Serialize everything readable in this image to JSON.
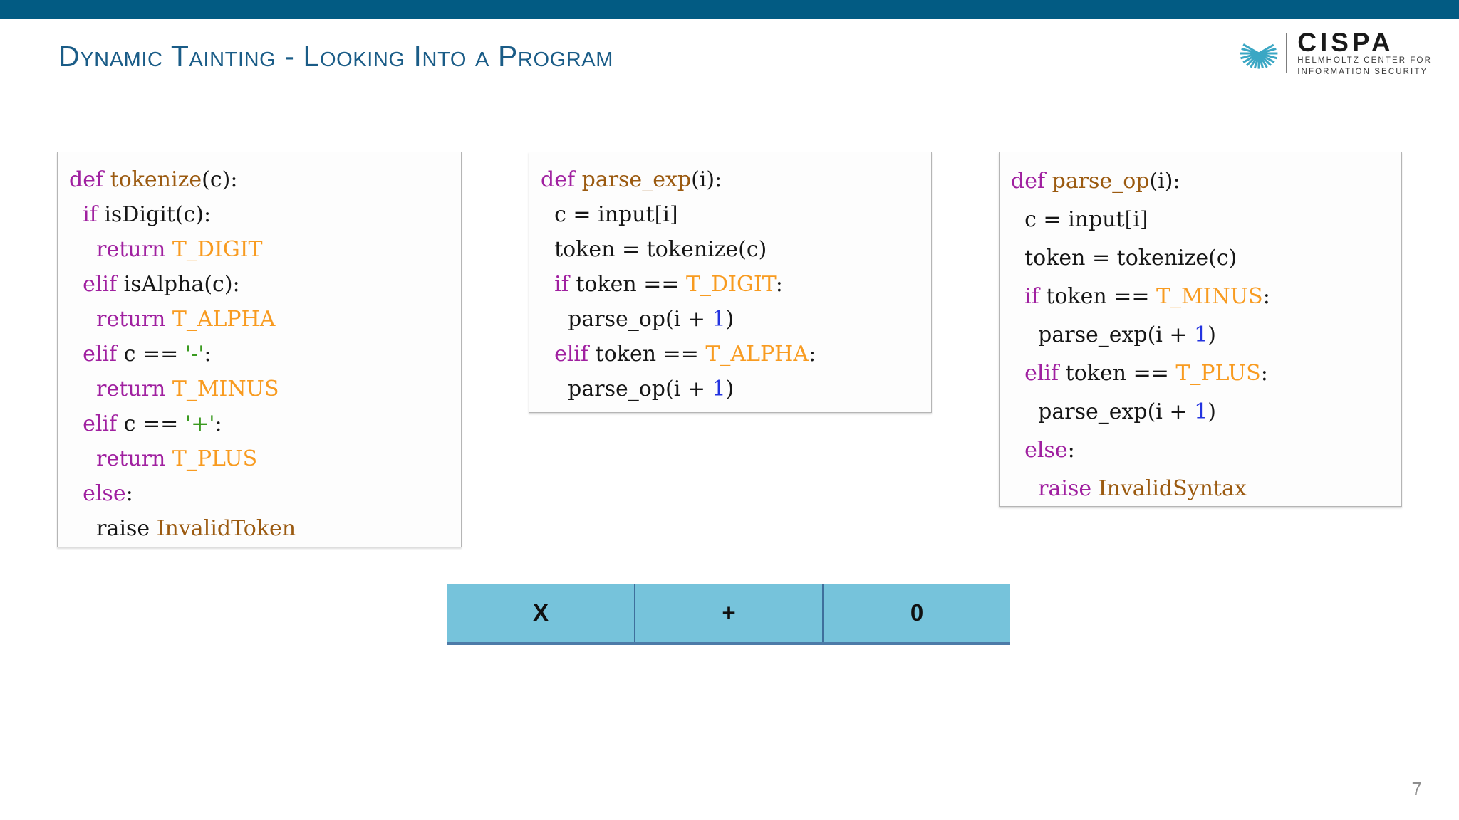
{
  "top_bar": {
    "color": "#025b83"
  },
  "header": {
    "title": "Dynamic Tainting - Looking Into a Program",
    "title_color": "#1a5c87",
    "logo": {
      "wordmark": "CISPA",
      "subtitle_line1": "HELMHOLTZ CENTER FOR",
      "subtitle_line2": "INFORMATION SECURITY",
      "mark_color": "#3ba7c4"
    }
  },
  "colors": {
    "keyword": "#a020a0",
    "function": "#9b5a10",
    "constant": "#f89b20",
    "string": "#3a9a20",
    "number": "#2333e0",
    "plain": "#161616",
    "table_cell": "#76c3db",
    "table_border": "#3f6f9c"
  },
  "code_boxes": [
    {
      "id": "tokenize",
      "lines": [
        [
          {
            "t": "def ",
            "c": "kw"
          },
          {
            "t": "tokenize",
            "c": "fn"
          },
          {
            "t": "(c):",
            "c": "plain"
          }
        ],
        [
          {
            "t": "  ",
            "c": "plain"
          },
          {
            "t": "if ",
            "c": "kw"
          },
          {
            "t": "isDigit(c):",
            "c": "plain"
          }
        ],
        [
          {
            "t": "    ",
            "c": "plain"
          },
          {
            "t": "return ",
            "c": "kw"
          },
          {
            "t": "T_DIGIT",
            "c": "const"
          }
        ],
        [
          {
            "t": "  ",
            "c": "plain"
          },
          {
            "t": "elif ",
            "c": "kw"
          },
          {
            "t": "isAlpha(c):",
            "c": "plain"
          }
        ],
        [
          {
            "t": "    ",
            "c": "plain"
          },
          {
            "t": "return ",
            "c": "kw"
          },
          {
            "t": "T_ALPHA",
            "c": "const"
          }
        ],
        [
          {
            "t": "  ",
            "c": "plain"
          },
          {
            "t": "elif ",
            "c": "kw"
          },
          {
            "t": "c == ",
            "c": "plain"
          },
          {
            "t": "'-'",
            "c": "str"
          },
          {
            "t": ":",
            "c": "plain"
          }
        ],
        [
          {
            "t": "    ",
            "c": "plain"
          },
          {
            "t": "return ",
            "c": "kw"
          },
          {
            "t": "T_MINUS",
            "c": "const"
          }
        ],
        [
          {
            "t": "  ",
            "c": "plain"
          },
          {
            "t": "elif ",
            "c": "kw"
          },
          {
            "t": "c == ",
            "c": "plain"
          },
          {
            "t": "'+'",
            "c": "str"
          },
          {
            "t": ":",
            "c": "plain"
          }
        ],
        [
          {
            "t": "    ",
            "c": "plain"
          },
          {
            "t": "return ",
            "c": "kw"
          },
          {
            "t": "T_PLUS",
            "c": "const"
          }
        ],
        [
          {
            "t": "  ",
            "c": "plain"
          },
          {
            "t": "else",
            "c": "kw"
          },
          {
            "t": ":",
            "c": "plain"
          }
        ],
        [
          {
            "t": "    ",
            "c": "plain"
          },
          {
            "t": "raise ",
            "c": "plain"
          },
          {
            "t": "InvalidToken",
            "c": "fn"
          }
        ]
      ]
    },
    {
      "id": "parse_exp",
      "lines": [
        [
          {
            "t": "def ",
            "c": "kw"
          },
          {
            "t": "parse_exp",
            "c": "fn"
          },
          {
            "t": "(i):",
            "c": "plain"
          }
        ],
        [
          {
            "t": "  c = input[i]",
            "c": "plain"
          }
        ],
        [
          {
            "t": "  token = tokenize(c)",
            "c": "plain"
          }
        ],
        [
          {
            "t": "  ",
            "c": "plain"
          },
          {
            "t": "if ",
            "c": "kw"
          },
          {
            "t": "token == ",
            "c": "plain"
          },
          {
            "t": "T_DIGIT",
            "c": "const"
          },
          {
            "t": ":",
            "c": "plain"
          }
        ],
        [
          {
            "t": "    parse_op(i + ",
            "c": "plain"
          },
          {
            "t": "1",
            "c": "num"
          },
          {
            "t": ")",
            "c": "plain"
          }
        ],
        [
          {
            "t": "  ",
            "c": "plain"
          },
          {
            "t": "elif ",
            "c": "kw"
          },
          {
            "t": "token == ",
            "c": "plain"
          },
          {
            "t": "T_ALPHA",
            "c": "const"
          },
          {
            "t": ":",
            "c": "plain"
          }
        ],
        [
          {
            "t": "    parse_op(i + ",
            "c": "plain"
          },
          {
            "t": "1",
            "c": "num"
          },
          {
            "t": ")",
            "c": "plain"
          }
        ]
      ]
    },
    {
      "id": "parse_op",
      "lines": [
        [
          {
            "t": "def ",
            "c": "kw"
          },
          {
            "t": "parse_op",
            "c": "fn"
          },
          {
            "t": "(i):",
            "c": "plain"
          }
        ],
        [
          {
            "t": "  c = input[i]",
            "c": "plain"
          }
        ],
        [
          {
            "t": "  token = tokenize(c)",
            "c": "plain"
          }
        ],
        [
          {
            "t": "  ",
            "c": "plain"
          },
          {
            "t": "if ",
            "c": "kw"
          },
          {
            "t": "token == ",
            "c": "plain"
          },
          {
            "t": "T_MINUS",
            "c": "const"
          },
          {
            "t": ":",
            "c": "plain"
          }
        ],
        [
          {
            "t": "    parse_exp(i + ",
            "c": "plain"
          },
          {
            "t": "1",
            "c": "num"
          },
          {
            "t": ")",
            "c": "plain"
          }
        ],
        [
          {
            "t": "  ",
            "c": "plain"
          },
          {
            "t": "elif ",
            "c": "kw"
          },
          {
            "t": "token == ",
            "c": "plain"
          },
          {
            "t": "T_PLUS",
            "c": "const"
          },
          {
            "t": ":",
            "c": "plain"
          }
        ],
        [
          {
            "t": "    parse_exp(i + ",
            "c": "plain"
          },
          {
            "t": "1",
            "c": "num"
          },
          {
            "t": ")",
            "c": "plain"
          }
        ],
        [
          {
            "t": "  ",
            "c": "plain"
          },
          {
            "t": "else",
            "c": "kw"
          },
          {
            "t": ":",
            "c": "plain"
          }
        ],
        [
          {
            "t": "    ",
            "c": "plain"
          },
          {
            "t": "raise ",
            "c": "kw"
          },
          {
            "t": "InvalidSyntax",
            "c": "fn"
          }
        ]
      ]
    }
  ],
  "input_table": {
    "cells": [
      "X",
      "+",
      "0"
    ]
  },
  "footer": {
    "page_number": "7"
  }
}
